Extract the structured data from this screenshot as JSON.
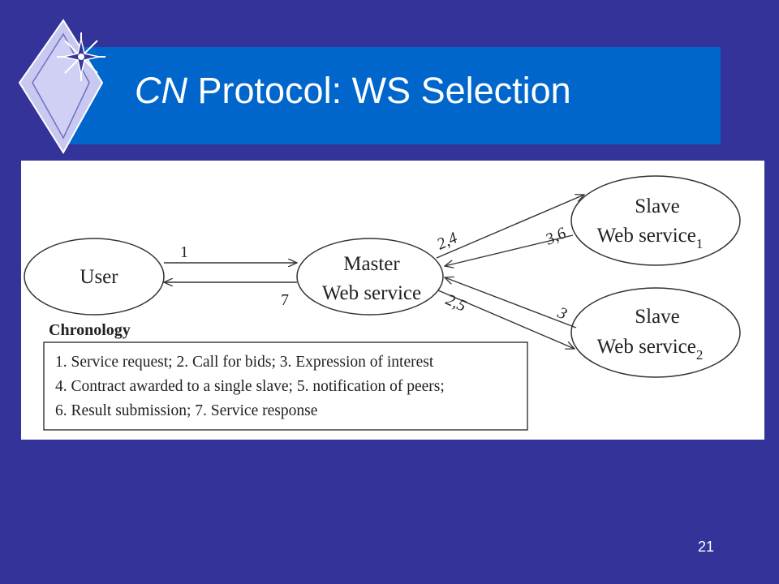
{
  "slide": {
    "title_italic": "CN",
    "title_rest": " Protocol: WS Selection",
    "page_number": "21"
  },
  "diagram": {
    "nodes": {
      "user": "User",
      "master_line1": "Master",
      "master_line2": "Web service",
      "slave1_line1": "Slave",
      "slave1_line2": "Web service",
      "slave1_sub": "1",
      "slave2_line1": "Slave",
      "slave2_line2": "Web service",
      "slave2_sub": "2"
    },
    "edge_labels": {
      "user_to_master": "1",
      "master_to_user": "7",
      "master_to_slave1": "2,4",
      "slave1_to_master": "3,6",
      "master_to_slave2": "2,5",
      "slave2_to_master": "3"
    },
    "chronology": {
      "heading": "Chronology",
      "lines": [
        "1. Service request; 2. Call for bids; 3. Expression of interest",
        "4. Contract awarded to a single slave; 5. notification of peers;",
        "6. Result submission; 7. Service response"
      ]
    }
  },
  "colors": {
    "background": "#333399",
    "title_band": "#0066CC",
    "figure_background": "#FFFFFF"
  },
  "icons": {
    "logo": "diamond-star-icon"
  }
}
